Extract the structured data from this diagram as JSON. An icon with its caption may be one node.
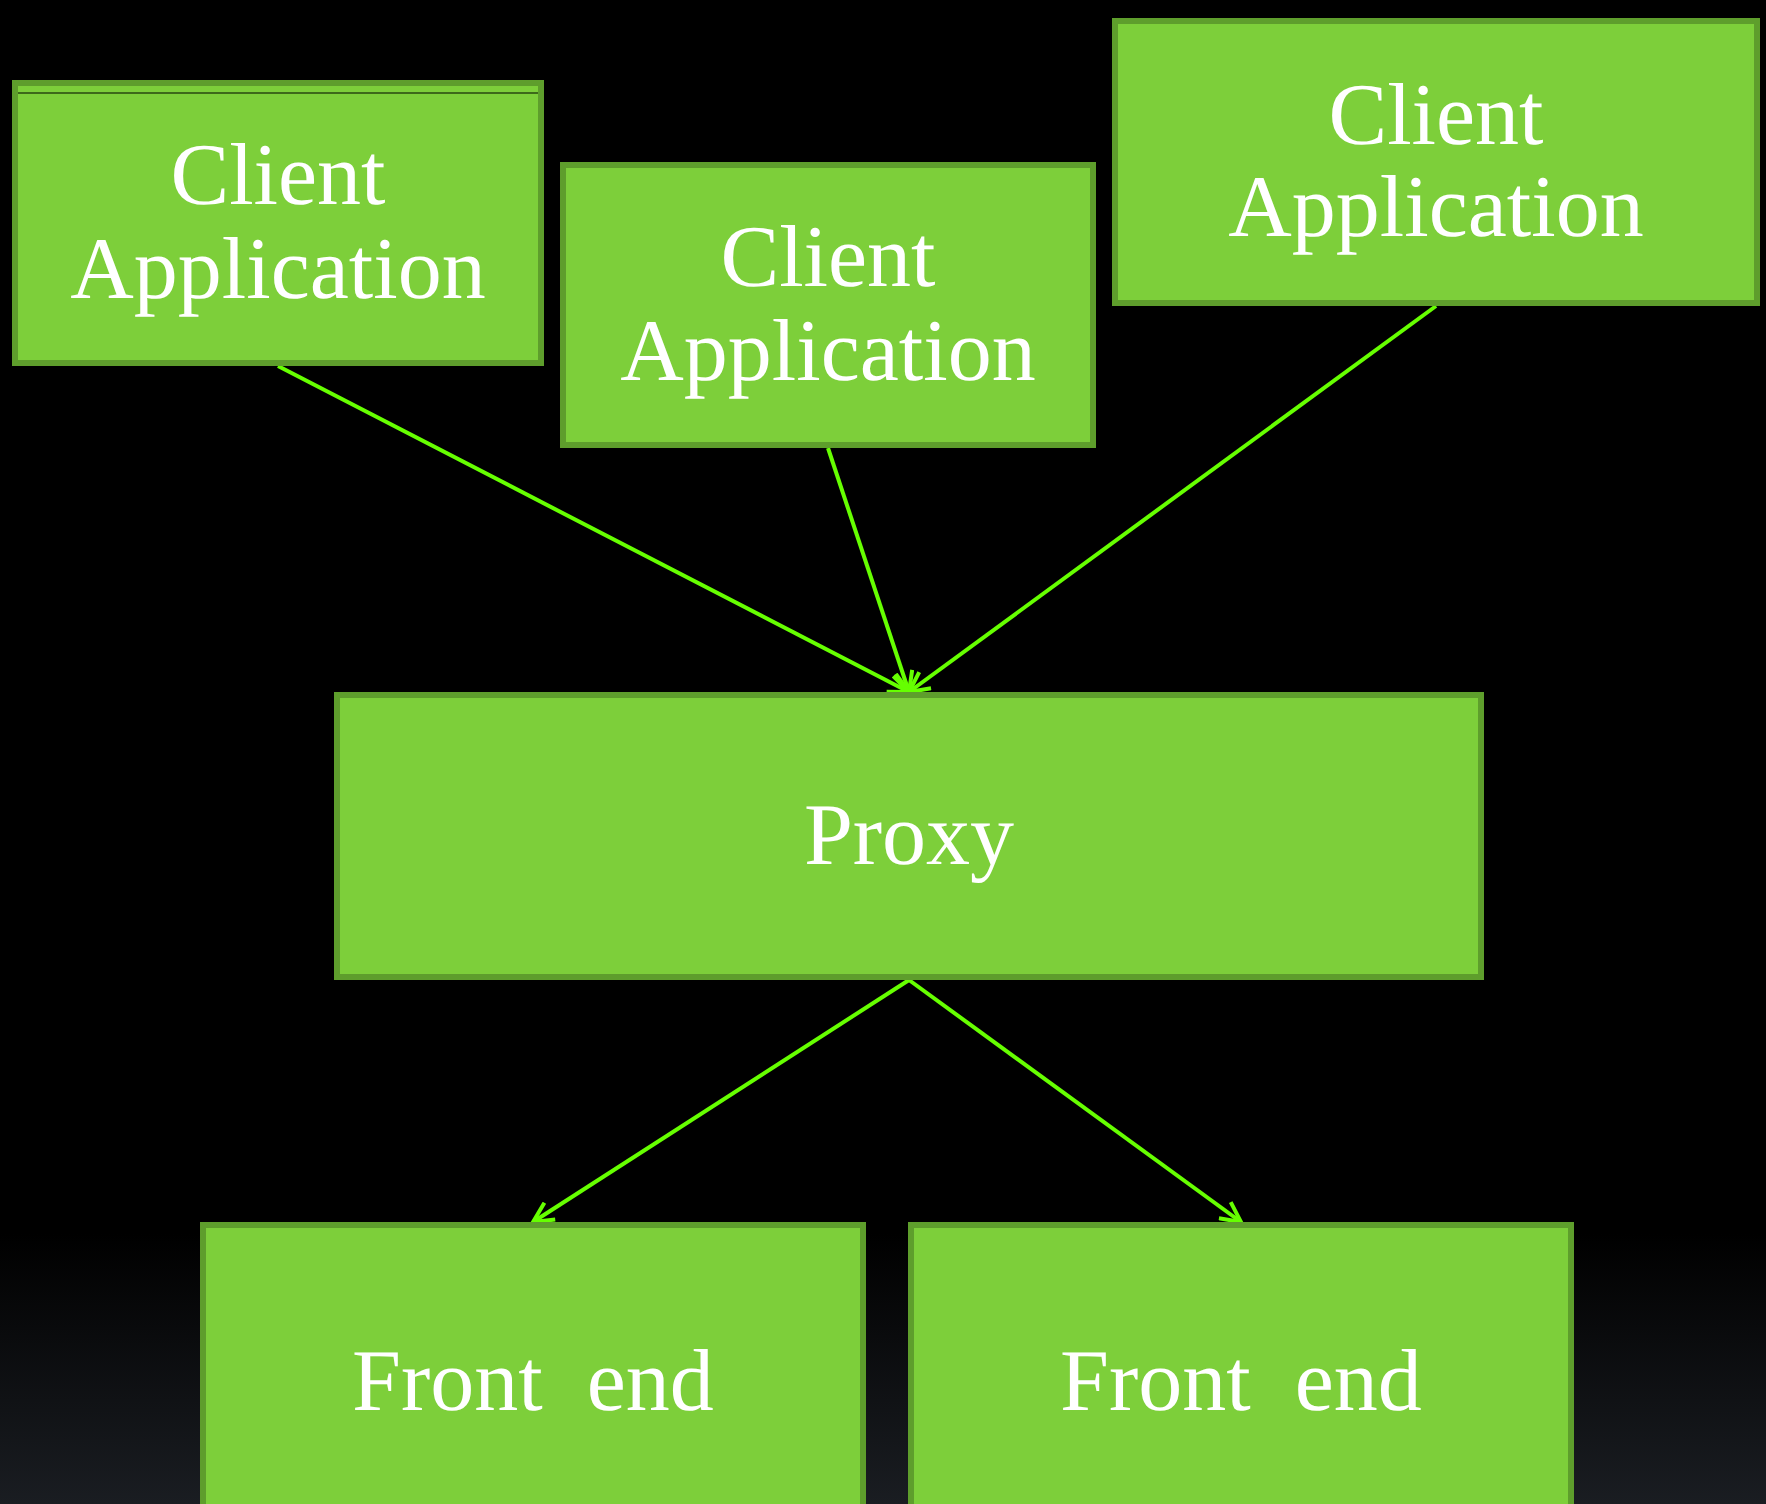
{
  "diagram": {
    "nodes": [
      {
        "text": [
          "Client Application"
        ]
      },
      {
        "text": [
          "Client Application"
        ]
      },
      {
        "text": [
          "Client Application"
        ]
      },
      {
        "text": [
          "Proxy"
        ]
      },
      {
        "text": [
          "Front  end"
        ]
      },
      {
        "text": [
          "Front  end"
        ]
      }
    ],
    "edges": [
      {
        "from": 0,
        "to": 3,
        "arrow": "to"
      },
      {
        "from": 1,
        "to": 3,
        "arrow": "to"
      },
      {
        "from": 2,
        "to": 3,
        "arrow": "to"
      },
      {
        "from": 3,
        "to": 4,
        "arrow": "to"
      },
      {
        "from": 3,
        "to": 5,
        "arrow": "to"
      }
    ]
  }
}
